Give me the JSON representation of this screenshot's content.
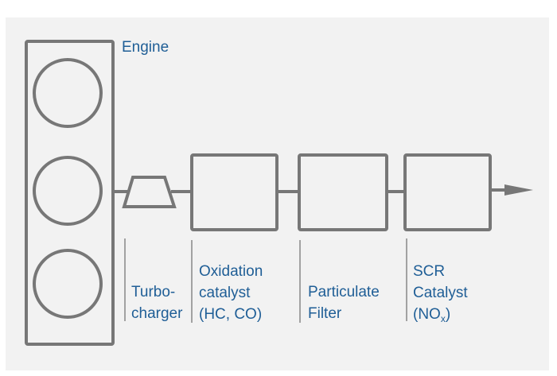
{
  "diagram": {
    "title": "Diesel exhaust aftertreatment system",
    "engine": {
      "label": "Engine",
      "cylinders": 3
    },
    "components": [
      {
        "id": "turbocharger",
        "lines": [
          "Turbo-",
          "charger"
        ]
      },
      {
        "id": "oxidation-catalyst",
        "lines": [
          "Oxidation",
          "catalyst",
          "(HC, CO)"
        ]
      },
      {
        "id": "particulate-filter",
        "lines": [
          "Particulate",
          "Filter"
        ]
      },
      {
        "id": "scr-catalyst",
        "lines": [
          "SCR",
          "Catalyst",
          "(NO",
          "x",
          ")"
        ]
      }
    ],
    "colors": {
      "stroke": "#7a7a7a",
      "text": "#1f5e96",
      "background": "#f2f2f2"
    }
  }
}
